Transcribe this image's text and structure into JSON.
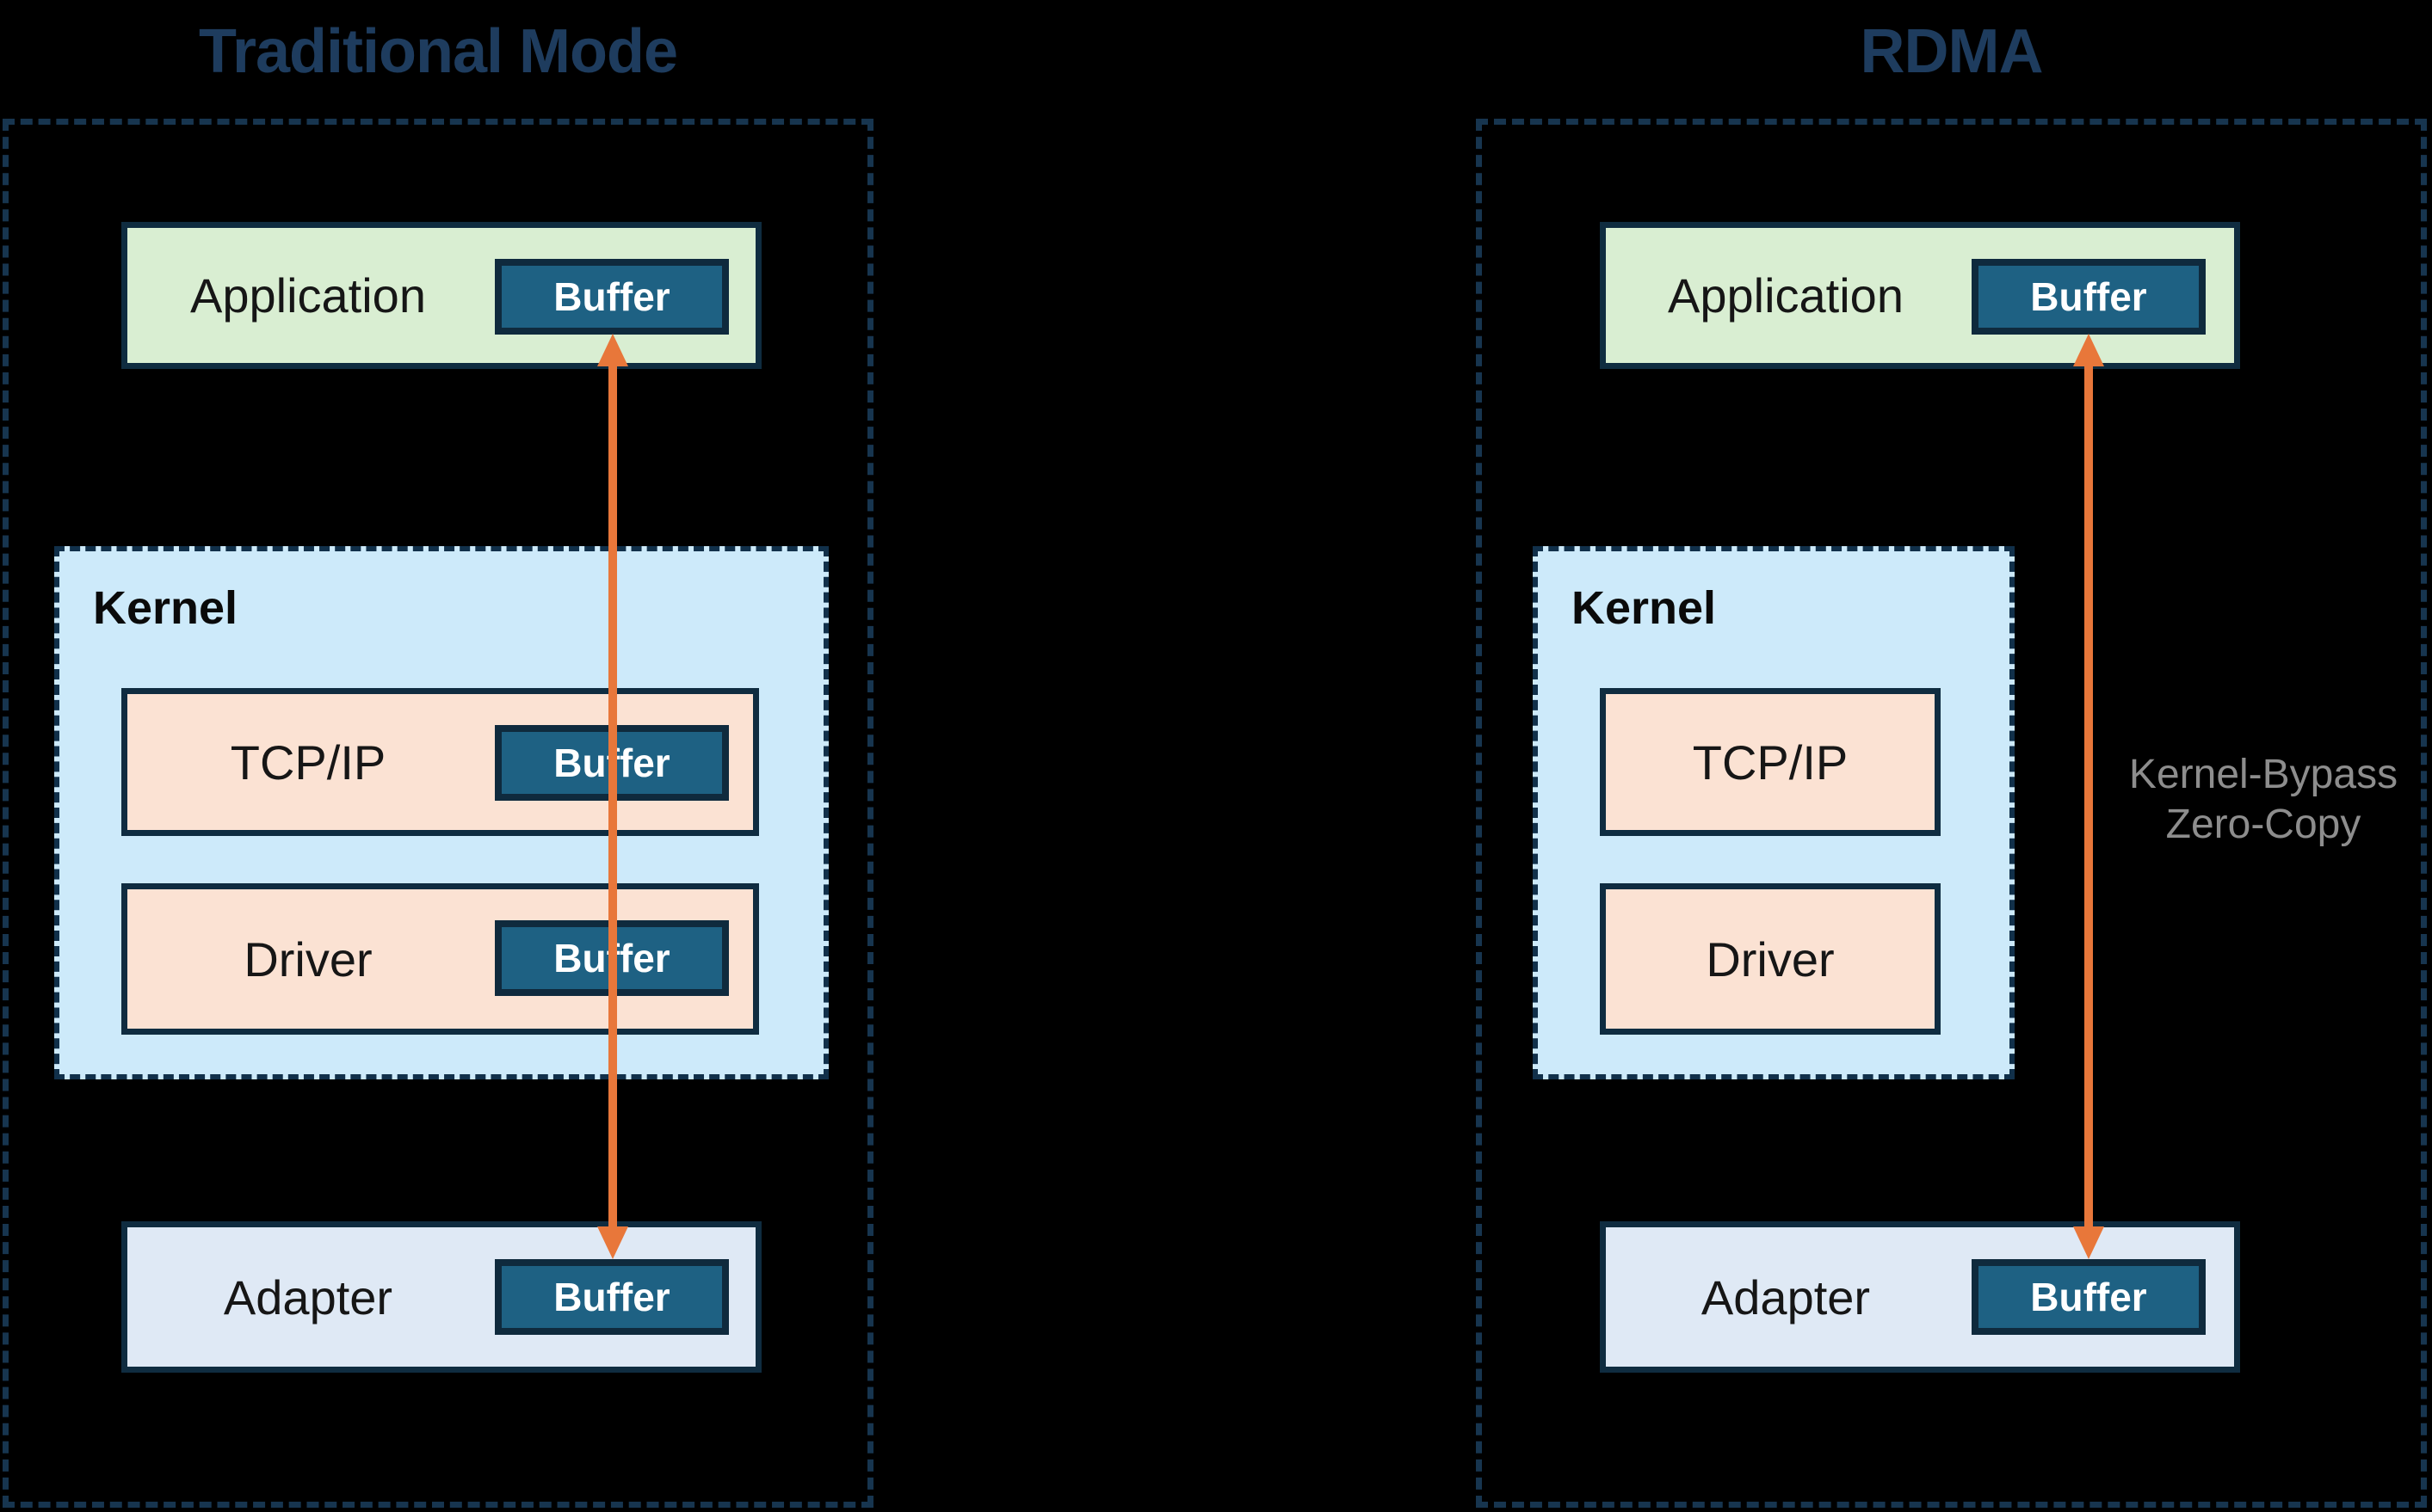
{
  "colors": {
    "background": "#000000",
    "title_text": "#1e3c5e",
    "container_border": "#17354f",
    "kernel_border": "#11304a",
    "box_border": "#0f2c40",
    "application_fill": "#d9eed2",
    "kernel_fill": "#cdeafa",
    "protocol_fill": "#fbe2d3",
    "adapter_fill": "#dfe9f5",
    "buffer_fill": "#1e6183",
    "buffer_border": "#0f2a3d",
    "buffer_text": "#ffffff",
    "label_text": "#161616",
    "arrow": "#e8773a",
    "annotation_text": "#8d8d8d"
  },
  "left_panel": {
    "title": "Traditional Mode",
    "application": {
      "label": "Application",
      "buffer_label": "Buffer"
    },
    "kernel": {
      "label": "Kernel",
      "tcpip": {
        "label": "TCP/IP",
        "buffer_label": "Buffer"
      },
      "driver": {
        "label": "Driver",
        "buffer_label": "Buffer"
      }
    },
    "adapter": {
      "label": "Adapter",
      "buffer_label": "Buffer"
    }
  },
  "right_panel": {
    "title": "RDMA",
    "application": {
      "label": "Application",
      "buffer_label": "Buffer"
    },
    "kernel": {
      "label": "Kernel",
      "tcpip": {
        "label": "TCP/IP"
      },
      "driver": {
        "label": "Driver"
      }
    },
    "adapter": {
      "label": "Adapter",
      "buffer_label": "Buffer"
    },
    "annotation": {
      "line1": "Kernel-Bypass",
      "line2": "Zero-Copy"
    }
  }
}
